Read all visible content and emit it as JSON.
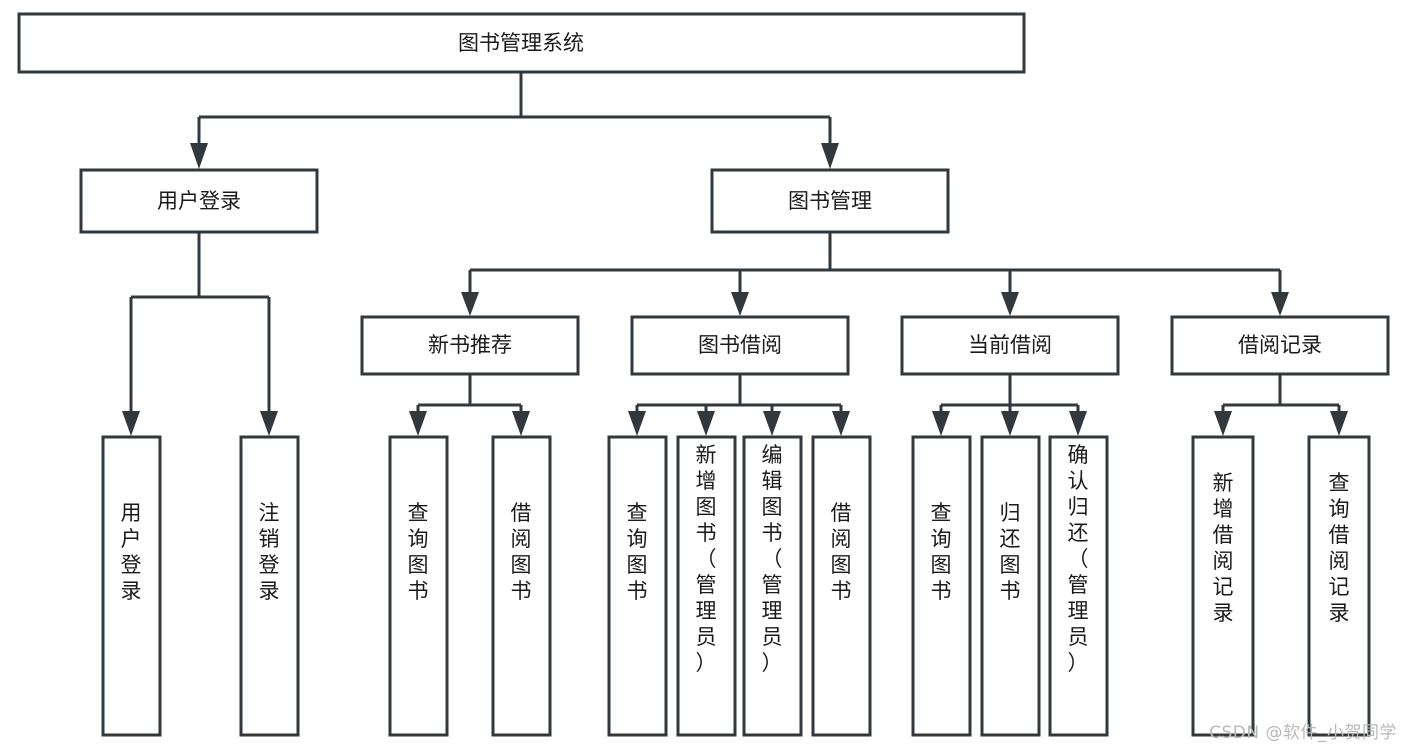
{
  "diagram": {
    "title": "图书管理系统",
    "type": "hierarchy-tree",
    "watermark": "CSDN @软件_小贺同学",
    "colors": {
      "stroke": "#33383d",
      "fill": "#ffffff",
      "text": "#1b1b1b",
      "watermark": "#b9b9b9",
      "background": "#ffffff"
    },
    "levels": [
      {
        "level": 1,
        "nodes": [
          {
            "id": "root",
            "label": "图书管理系统",
            "orientation": "horizontal"
          }
        ]
      },
      {
        "level": 2,
        "nodes": [
          {
            "id": "user-login",
            "label": "用户登录",
            "orientation": "horizontal",
            "parent": "root"
          },
          {
            "id": "book-manage",
            "label": "图书管理",
            "orientation": "horizontal",
            "parent": "root"
          }
        ]
      },
      {
        "level": 3,
        "nodes": [
          {
            "id": "new-book-recommend",
            "label": "新书推荐",
            "orientation": "horizontal",
            "parent": "book-manage"
          },
          {
            "id": "book-borrow",
            "label": "图书借阅",
            "orientation": "horizontal",
            "parent": "book-manage"
          },
          {
            "id": "current-borrow",
            "label": "当前借阅",
            "orientation": "horizontal",
            "parent": "book-manage"
          },
          {
            "id": "borrow-record",
            "label": "借阅记录",
            "orientation": "horizontal",
            "parent": "book-manage"
          }
        ]
      },
      {
        "level": 4,
        "nodes": [
          {
            "id": "leaf-user-login",
            "label": "用户登录",
            "orientation": "vertical",
            "parent": "user-login"
          },
          {
            "id": "leaf-logout-login",
            "label": "注销登录",
            "orientation": "vertical",
            "parent": "user-login"
          },
          {
            "id": "leaf-query-book-1",
            "label": "查询图书",
            "orientation": "vertical",
            "parent": "new-book-recommend"
          },
          {
            "id": "leaf-borrow-book-1",
            "label": "借阅图书",
            "orientation": "vertical",
            "parent": "new-book-recommend"
          },
          {
            "id": "leaf-query-book-2",
            "label": "查询图书",
            "orientation": "vertical",
            "parent": "book-borrow"
          },
          {
            "id": "leaf-add-book",
            "label": "新增图书（管理员）",
            "orientation": "vertical",
            "parent": "book-borrow"
          },
          {
            "id": "leaf-edit-book",
            "label": "编辑图书（管理员）",
            "orientation": "vertical",
            "parent": "book-borrow"
          },
          {
            "id": "leaf-borrow-book-2",
            "label": "借阅图书",
            "orientation": "vertical",
            "parent": "book-borrow"
          },
          {
            "id": "leaf-query-book-3",
            "label": "查询图书",
            "orientation": "vertical",
            "parent": "current-borrow"
          },
          {
            "id": "leaf-return-book",
            "label": "归还图书",
            "orientation": "vertical",
            "parent": "current-borrow"
          },
          {
            "id": "leaf-confirm-return",
            "label": "确认归还（管理员）",
            "orientation": "vertical",
            "parent": "current-borrow"
          },
          {
            "id": "leaf-add-record",
            "label": "新增借阅记录",
            "orientation": "vertical",
            "parent": "borrow-record"
          },
          {
            "id": "leaf-query-record",
            "label": "查询借阅记录",
            "orientation": "vertical",
            "parent": "borrow-record"
          }
        ]
      }
    ]
  }
}
